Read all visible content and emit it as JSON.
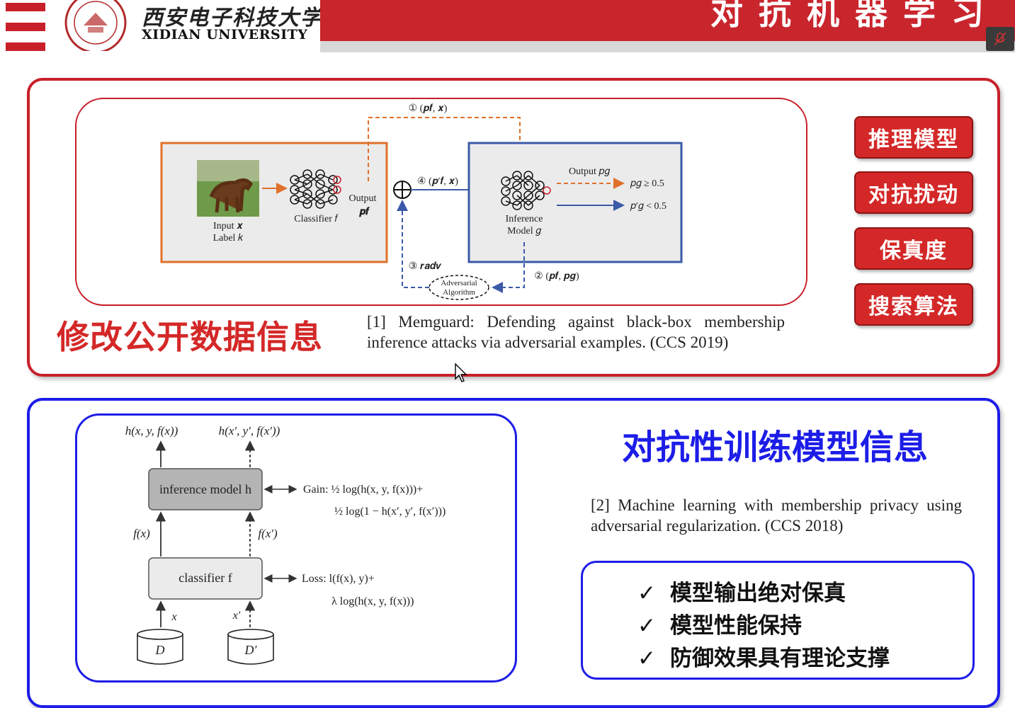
{
  "header": {
    "university_cn": "西安电子科技大学",
    "university_en": "XIDIAN UNIVERSITY",
    "slide_title": "对抗机器学习"
  },
  "top_section": {
    "diagram": {
      "label_input": "Input 𝒙",
      "label_label": "Label 𝑘",
      "label_classifier": "Classifier 𝑓",
      "label_output": "Output",
      "label_pf": "𝒑𝒇",
      "label_step1": "① (𝒑𝒇, 𝒙)",
      "label_step4": "④ (𝒑′𝒇, 𝒙)",
      "label_step3": "③ 𝒓𝒂𝒅𝒗",
      "label_step2": "② (𝒑𝒇, 𝒑𝒈)",
      "label_inference": "Inference",
      "label_model_g": "Model 𝑔",
      "label_output_pg": "Output 𝑝𝑔",
      "label_cond1": "𝑝𝑔 ≥ 0.5",
      "label_cond2": "𝑝′𝑔 < 0.5",
      "label_adv1": "Adversarial",
      "label_adv2": "Algorithm"
    },
    "heading": "修改公开数据信息",
    "reference": "[1] Memguard: Defending against black-box membership inference attacks via adversarial examples. (CCS 2019)",
    "tags": [
      "推理模型",
      "对抗扰动",
      "保真度",
      "搜索算法"
    ]
  },
  "bottom_section": {
    "diagram": {
      "label_h1": "h(x, y, f(x))",
      "label_h2": "h(x′, y′, f(x′))",
      "label_inference_model": "inference model h",
      "label_gain": "Gain: ½ log(h(x, y, f(x)))+",
      "label_gain2": "½ log(1 − h(x′, y′, f(x′)))",
      "label_fx": "f(x)",
      "label_fx2": "f(x′)",
      "label_classifier": "classifier f",
      "label_loss": "Loss: l(f(x), y)+",
      "label_loss2": "λ log(h(x, y, f(x)))",
      "label_x": "x",
      "label_x2": "x′",
      "label_D": "D",
      "label_D2": "D′"
    },
    "heading": "对抗性训练模型信息",
    "reference": "[2] Machine learning with membership privacy using adversarial regularization. (CCS 2018)",
    "checklist": [
      "模型输出绝对保真",
      "模型性能保持",
      "防御效果具有理论支撑"
    ],
    "check_symbol": "✓"
  },
  "colors": {
    "brand_red": "#c8202a",
    "accent_blue": "#1d1de8",
    "orange": "#e0702a",
    "diagram_blue": "#3b5aa8"
  }
}
